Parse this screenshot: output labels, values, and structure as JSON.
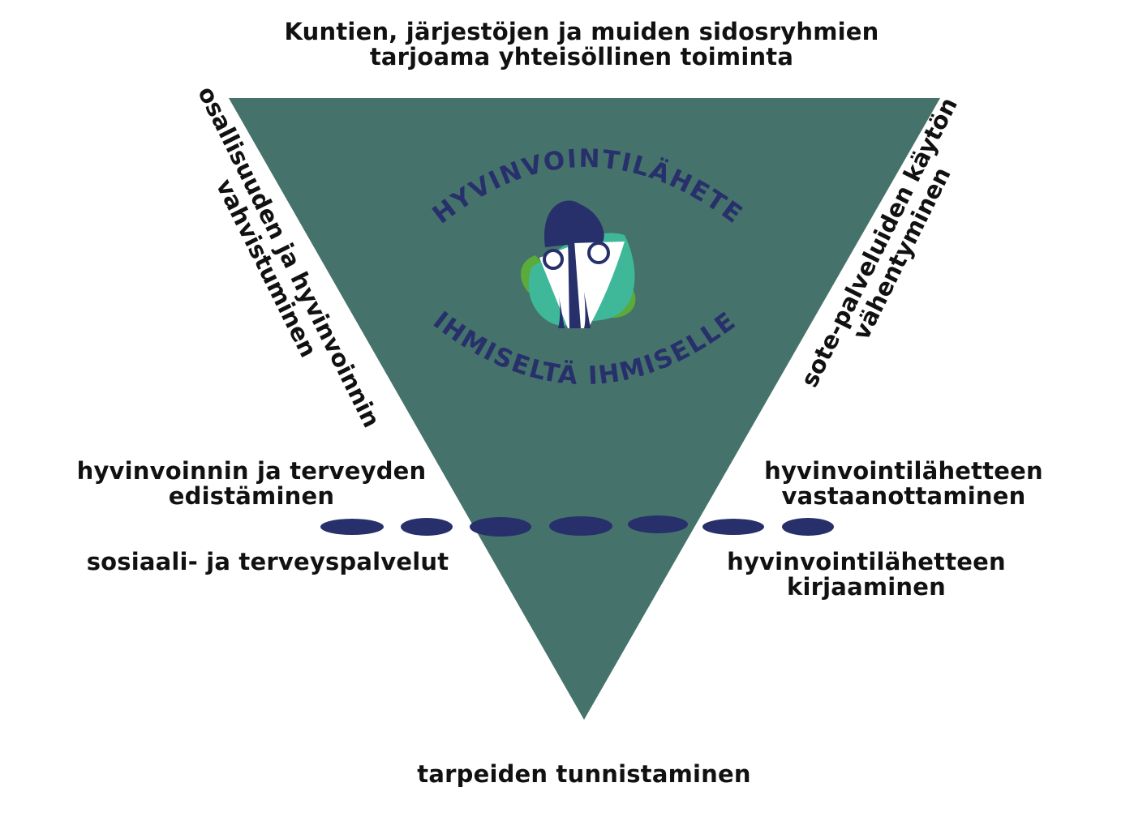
{
  "top_label": {
    "line1": "Kuntien, järjestöjen ja muiden sidosryhmien",
    "line2": "tarjoama yhteisöllinen toiminta"
  },
  "left_side_label": {
    "line1": "osallisuuden ja hyvinvoinnin",
    "line2": "vahvistuminen"
  },
  "right_side_label": {
    "line1": "sote-palveluiden käytön",
    "line2": "vähentyminen"
  },
  "left_upper_label": {
    "line1": "hyvinvoinnin ja terveyden",
    "line2": "edistäminen"
  },
  "left_lower_label": {
    "line1": "sosiaali- ja terveyspalvelut"
  },
  "right_upper_label": {
    "line1": "hyvinvointilähetteen",
    "line2": "vastaanottaminen"
  },
  "right_lower_label": {
    "line1": "hyvinvointilähetteen",
    "line2": "kirjaaminen"
  },
  "bottom_label": {
    "line1": "tarpeiden tunnistaminen"
  },
  "logo": {
    "arc_top": "HYVINVOINTILÄHETE",
    "arc_bottom": "IHMISELTÄ IHMISELLE"
  },
  "colors": {
    "triangle": "#45726a",
    "navy": "#27306b",
    "green": "#5aab3a",
    "teal": "#3fb89a"
  }
}
